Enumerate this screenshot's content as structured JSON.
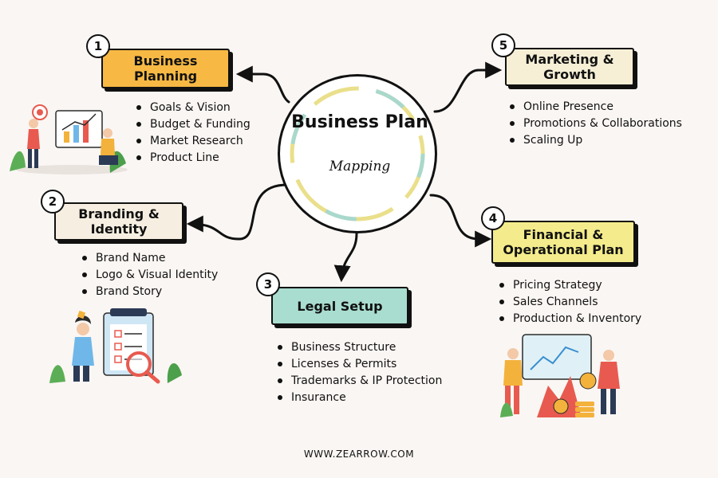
{
  "center": {
    "title": "Business Plan",
    "subtitle": "Mapping"
  },
  "sections": [
    {
      "number": "1",
      "title": "Business Planning",
      "color": "#f7b944",
      "items": [
        "Goals & Vision",
        "Budget & Funding",
        "Market Research",
        "Product Line"
      ]
    },
    {
      "number": "2",
      "title": "Branding & Identity",
      "color": "#f6efe1",
      "items": [
        "Brand Name",
        "Logo & Visual Identity",
        "Brand Story"
      ]
    },
    {
      "number": "3",
      "title": "Legal Setup",
      "color": "#a9ddcf",
      "items": [
        "Business Structure",
        "Licenses & Permits",
        "Trademarks & IP Protection",
        "Insurance"
      ]
    },
    {
      "number": "4",
      "title": "Financial & Operational Plan",
      "color": "#f4ec8c",
      "items": [
        "Pricing Strategy",
        "Sales Channels",
        "Production & Inventory"
      ]
    },
    {
      "number": "5",
      "title": "Marketing & Growth",
      "color": "#f6efd6",
      "items": [
        "Online Presence",
        "Promotions & Collaborations",
        "Scaling Up"
      ]
    }
  ],
  "illustrations": [
    "business-planning-illustration",
    "branding-illustration",
    "financial-growth-illustration"
  ],
  "footer": "WWW.ZEARROW.COM"
}
